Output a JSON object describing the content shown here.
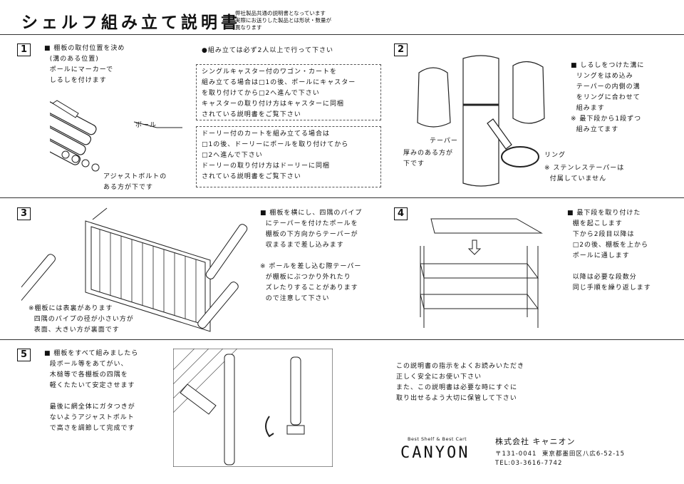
{
  "header": {
    "title": "シェルフ組み立て説明書",
    "note": "弊社製品共通の説明書となっています\n実際にお送りした製品とは形状・数量が\n異なります"
  },
  "step1": {
    "number": "1",
    "text": "■ 棚板の取付位置を決め\n  (溝のある位置)\n  ポールにマーカーで\n  しるしを付けます",
    "pole_label": "ポール",
    "bolt_note": "アジャストボルトの\nある方が下です",
    "two_people": "●組み立ては必ず2人以上で行って下さい",
    "caster_note": "シングルキャスター付のワゴン・カートを\n組み立てる場合は□1の後、ポールにキャスター\nを取り付けてから□2へ進んで下さい\nキャスターの取り付け方はキャスターに同梱\nされている説明書をご覧下さい",
    "dolly_note": "ドーリー付のカートを組み立てる場合は\n□1の後、ドーリーにポールを取り付けてから\n□2へ進んで下さい\nドーリーの取り付け方はドーリーに同梱\nされている説明書をご覧下さい"
  },
  "step2": {
    "number": "2",
    "text": "■ しるしをつけた溝に\n  リングをはめ込み\n  テーパーの内側の溝\n  をリングに合わせて\n  組みます\n※ 最下段から1段ずつ\n  組み立てます",
    "taper_label": "テーパー",
    "thick_note": "厚みのある方が\n下です",
    "ring_label": "リング",
    "stainless_note": "※ ステンレステーパーは\n  付属していません"
  },
  "step3": {
    "number": "3",
    "text": "■ 棚板を横にし、四隅のパイプ\n  にテーパーを付けたポールを\n  棚板の下方向からテーパーが\n  収まるまで差し込みます\n\n※ ポールを差し込む際テーパー\n  が棚板にぶつかり外れたり\n  ズレたりすることがあります\n  ので注意して下さい",
    "side_note": "※棚板には表裏があります\n  四隅のパイプの径が小さい方が\n  表面、大きい方が裏面です"
  },
  "step4": {
    "number": "4",
    "text": "■ 最下段を取り付けた\n  棚を起こします\n  下から2段目以降は\n  □2の後、棚板を上から\n  ポールに通します\n\n  以降は必要な段数分\n  同じ手順を繰り返します"
  },
  "step5": {
    "number": "5",
    "text": "■ 棚板をすべて組みましたら\n  段ボール等をあてがい、\n  木槌等で各棚板の四隅を\n  軽くたたいて安定させます\n\n  最後に網全体にガタつきが\n  ないようアジャストボルト\n  で高さを調節して完成です",
    "closing": "この説明書の指示をよくお読みいただき\n正しく安全にお使い下さい\nまた、この説明書は必要な時にすぐに\n取り出せるよう大切に保管して下さい"
  },
  "company": {
    "tagline": "Best Shelf & Best Cart",
    "logo": "CANYON",
    "name": "株式会社 キャニオン",
    "address": "〒131-0041  東京都墨田区八広6-52-15",
    "tel": "TEL:03-3616-7742"
  }
}
